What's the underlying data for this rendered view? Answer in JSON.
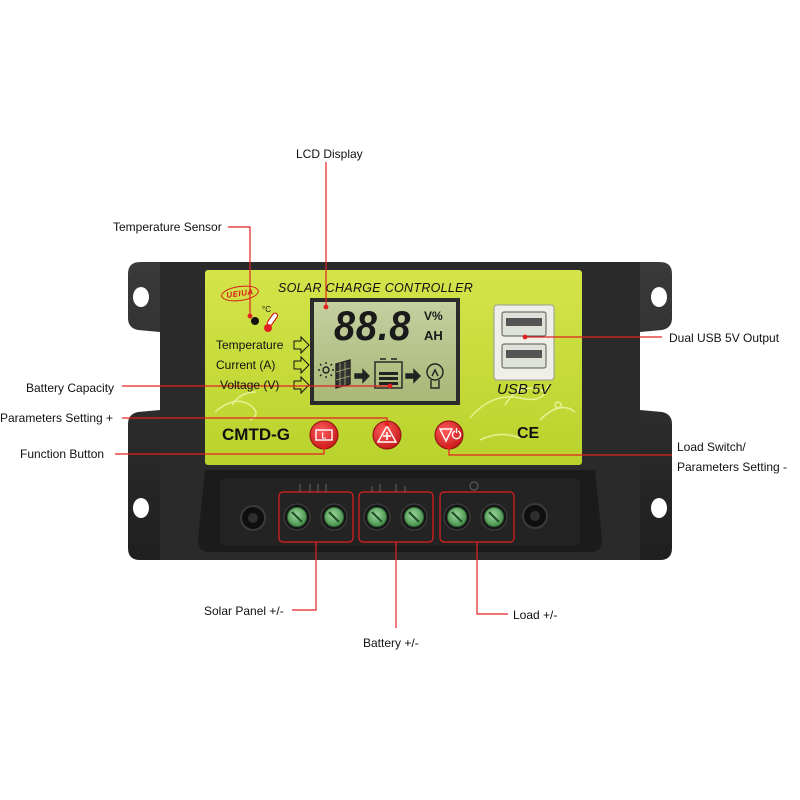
{
  "device": {
    "brand": "UEIUA",
    "title": "SOLAR CHARGE CONTROLLER",
    "model": "CMTD-G",
    "cert": "CE",
    "usb_label": "USB 5V",
    "temp_unit": "°C",
    "lcd": {
      "digits": "88.8",
      "unit_top": "V%",
      "unit_bottom": "AH"
    },
    "indicators": [
      {
        "label": "Temperature"
      },
      {
        "label": "Current (A)"
      },
      {
        "label": "Voltage (V)"
      }
    ],
    "colors": {
      "housing": "#2c2c2c",
      "faceplate": "#c8de3a",
      "lcd_bg": "#b6c48a",
      "button": "#e02b2b",
      "terminal": "#5fae63",
      "callout_line": "#e32020"
    }
  },
  "callouts": {
    "lcd_display": "LCD Display",
    "temperature_sensor": "Temperature Sensor",
    "dual_usb": "Dual USB 5V Output",
    "battery_capacity": "Battery Capacity",
    "parameters_setting_plus": "Parameters Setting +",
    "function_button": "Function Button",
    "load_switch_line1": "Load Switch/",
    "load_switch_line2": "Parameters Setting -",
    "solar_panel": "Solar Panel +/-",
    "battery": "Battery +/-",
    "load": "Load +/-"
  }
}
